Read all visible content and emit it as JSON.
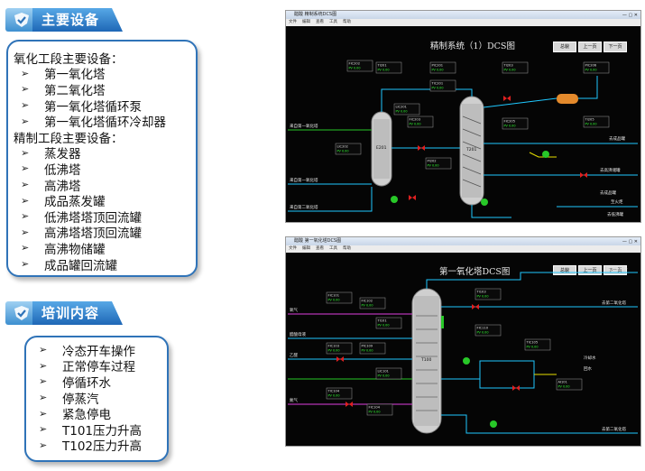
{
  "sections": {
    "equipment": {
      "title": "主要设备"
    },
    "training": {
      "title": "培训内容"
    }
  },
  "equipment_list": {
    "oxidation_heading": "氧化工段主要设备：",
    "oxidation_items": [
      "第一氧化塔",
      "第二氧化塔",
      "第一氧化塔循环泵",
      "第一氧化塔循环冷却器"
    ],
    "refining_heading": "精制工段主要设备：",
    "refining_items": [
      "蒸发器",
      "低沸塔",
      "高沸塔",
      "成品蒸发罐",
      "低沸塔塔顶回流罐",
      "高沸塔塔顶回流罐",
      "高沸物储罐",
      "成品罐回流罐"
    ]
  },
  "training_list": {
    "items": [
      "冷态开车操作",
      "正常停车过程",
      "停循环水",
      "停蒸汽",
      "紧急停电",
      "T101压力升高",
      "T102压力升高"
    ]
  },
  "screen_top": {
    "window_title": "醋酸  精制系统DCS图",
    "menu": [
      "文件",
      "编辑",
      "查看",
      "工具",
      "帮助"
    ],
    "title": "精制系统（1）DCS图",
    "buttons": [
      "总貌",
      "上一页",
      "下一页"
    ],
    "vessels": [
      "E201",
      "T201"
    ],
    "streams": [
      "来自第一氧化塔",
      "去成品罐",
      "去高沸储罐",
      "至火炬",
      "来自第一氧化塔",
      "来自第二氧化塔",
      "去低沸罐",
      "去成品罐"
    ],
    "tags": [
      {
        "name": "FIC202",
        "val": "PV 0.00"
      },
      {
        "name": "TI201",
        "val": "PV 0.00"
      },
      {
        "name": "LIC201",
        "val": "PV 0.00"
      },
      {
        "name": "PIC201",
        "val": "PV 0.00"
      },
      {
        "name": "TIC201",
        "val": "PV 0.00"
      },
      {
        "name": "LIC202",
        "val": "PV 0.00"
      },
      {
        "name": "FIC203",
        "val": "PV 0.00"
      },
      {
        "name": "PI202",
        "val": "PV 0.00"
      },
      {
        "name": "TI203",
        "val": "PV 0.00"
      },
      {
        "name": "FIC205",
        "val": "PV 0.00"
      },
      {
        "name": "PIC206",
        "val": "PV 0.00"
      },
      {
        "name": "TI205",
        "val": "PV 0.00"
      }
    ]
  },
  "screen_bottom": {
    "window_title": "醋酸  第一氧化塔DCS图",
    "menu": [
      "文件",
      "编辑",
      "查看",
      "工具",
      "帮助"
    ],
    "title": "第一氧化塔DCS图",
    "buttons": [
      "总貌",
      "上一页",
      "下一页"
    ],
    "vessels": [
      "T100"
    ],
    "streams": [
      "氧气",
      "醋酸母液",
      "乙醛",
      "氮气",
      "尾气去洗涤",
      "去第二氧化塔",
      "去第二氧化塔",
      "冷却水",
      "回水"
    ],
    "tags": [
      {
        "name": "FIC101",
        "val": "PV 0.00"
      },
      {
        "name": "FIC102",
        "val": "PV 0.00"
      },
      {
        "name": "TI101",
        "val": "PV 0.00"
      },
      {
        "name": "FIC103",
        "val": "PV 0.00"
      },
      {
        "name": "PIC109",
        "val": "PV 0.00"
      },
      {
        "name": "LIC101",
        "val": "PV 0.00"
      },
      {
        "name": "TIC104",
        "val": "PV 0.00"
      },
      {
        "name": "FIC104",
        "val": "PV 0.00"
      },
      {
        "name": "TI103",
        "val": "PV 0.00"
      },
      {
        "name": "FIC110",
        "val": "PV 0.00"
      },
      {
        "name": "TIC105",
        "val": "PV 0.00"
      },
      {
        "name": "AI101",
        "val": "PV 0.00"
      }
    ]
  },
  "colors": {
    "accent_blue": "#2f73b8",
    "pipe_cyan": "#1fc8ff",
    "pipe_green": "#28c828",
    "pipe_yellow": "#e8e000",
    "pipe_magenta": "#e040e0",
    "valve_red": "#e02020",
    "vessel_grey": "#cfcfcf"
  },
  "icons": {
    "section_header": "check-shield-icon"
  }
}
